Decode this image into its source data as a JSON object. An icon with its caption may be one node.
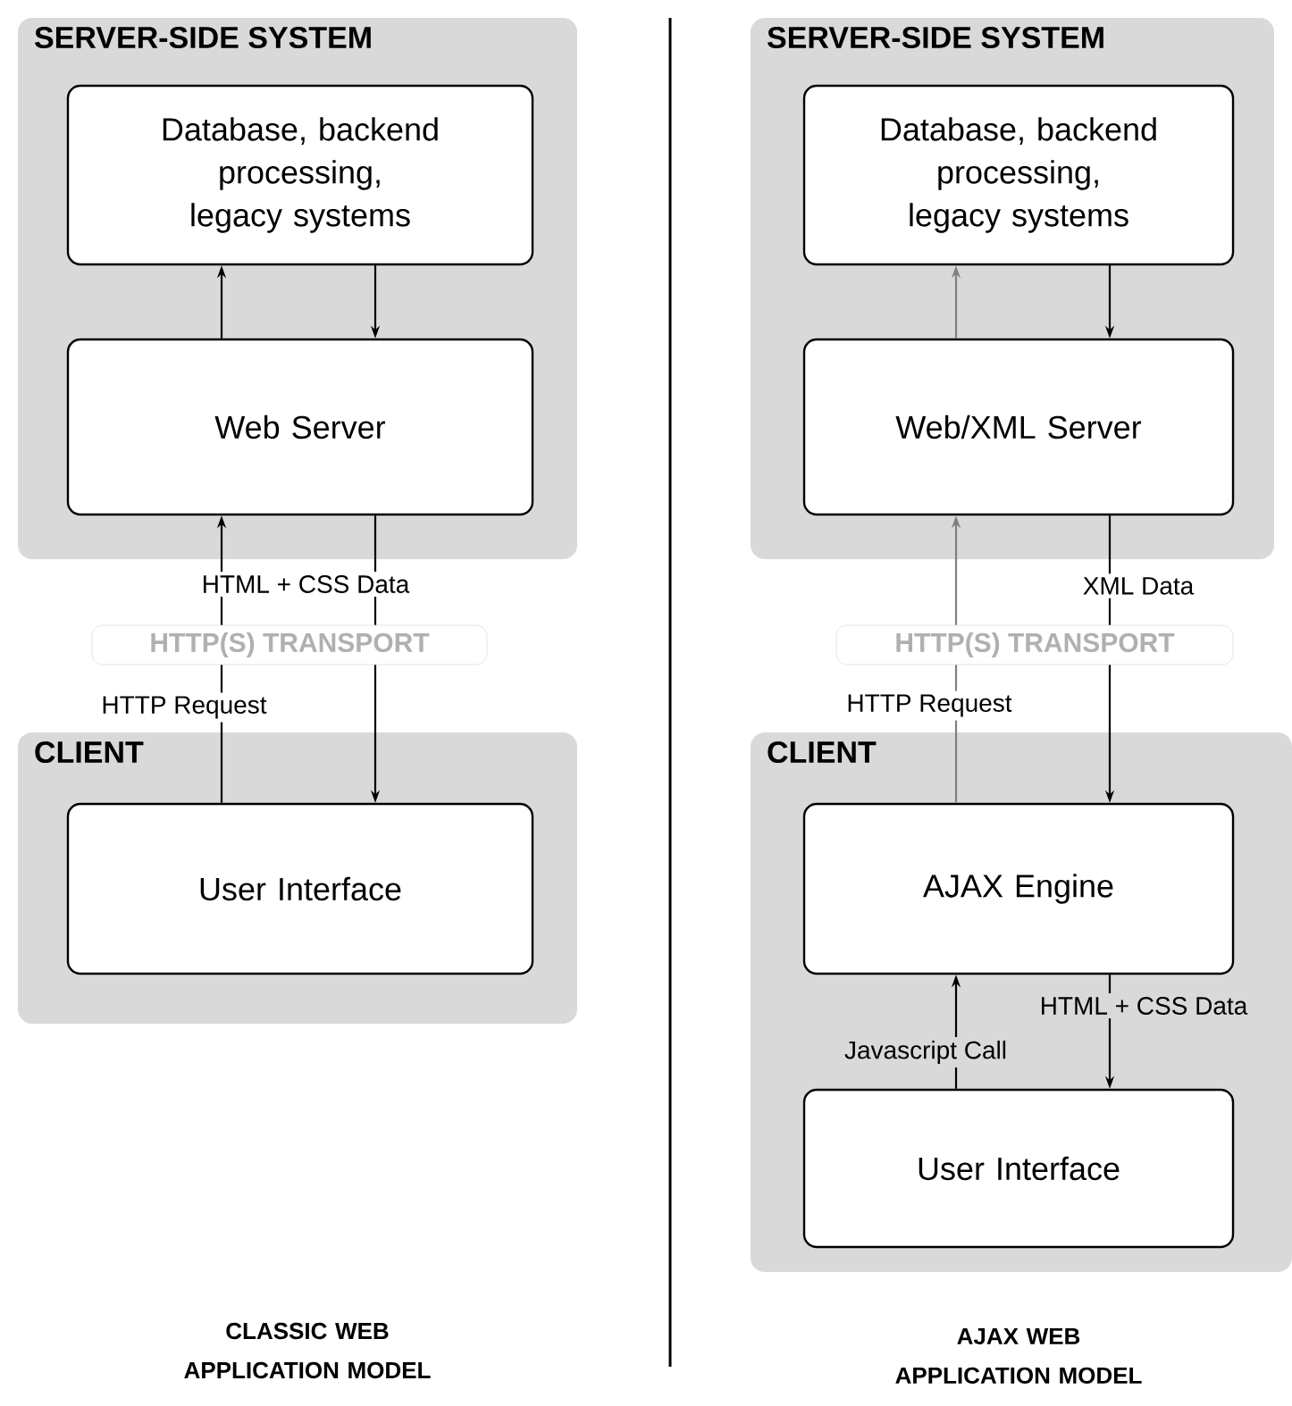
{
  "diagram": {
    "nodes": [
      {
        "text": [
          "SERVER-SIDE SYSTEM"
        ]
      },
      {
        "text": [
          "Database, backend processing, legacy systems"
        ],
        "in": 0
      },
      {
        "text": [
          "Web Server"
        ],
        "in": 0
      },
      {
        "text": [
          "CLIENT"
        ]
      },
      {
        "text": [
          "User Interface"
        ],
        "in": 3
      },
      {
        "text": [
          "SERVER-SIDE SYSTEM"
        ]
      },
      {
        "text": [
          "Database, backend processing, legacy systems"
        ],
        "in": 5
      },
      {
        "text": [
          "Web/XML Server"
        ],
        "in": 5
      },
      {
        "text": [
          "CLIENT"
        ]
      },
      {
        "text": [
          "AJAX Engine"
        ],
        "in": 8
      },
      {
        "text": [
          "User Interface"
        ],
        "in": 8
      }
    ],
    "edges": [
      {
        "from": 2,
        "to": 1,
        "arrow": "to"
      },
      {
        "from": 1,
        "to": 2,
        "arrow": "to"
      },
      {
        "from": 4,
        "to": 2,
        "arrow": "to",
        "label": "HTTP Request"
      },
      {
        "from": 2,
        "to": 4,
        "arrow": "to",
        "label": "HTML + CSS Data"
      },
      {
        "from": 7,
        "to": 6,
        "arrow": "to",
        "color": "#808080"
      },
      {
        "from": 6,
        "to": 7,
        "arrow": "to"
      },
      {
        "from": 9,
        "to": 7,
        "arrow": "to",
        "label": "HTTP Request",
        "color": "#808080"
      },
      {
        "from": 7,
        "to": 9,
        "arrow": "to",
        "label": "XML Data"
      },
      {
        "from": 10,
        "to": 9,
        "arrow": "to",
        "label": "Javascript Call"
      },
      {
        "from": 9,
        "to": 10,
        "arrow": "to",
        "label": "HTML + CSS Data"
      }
    ],
    "labels": [
      "HTTP(S) TRANSPORT",
      "HTTP(S) TRANSPORT",
      "CLASSIC WEB APPLICATION MODEL",
      "AJAX WEB APPLICATION MODEL"
    ]
  }
}
